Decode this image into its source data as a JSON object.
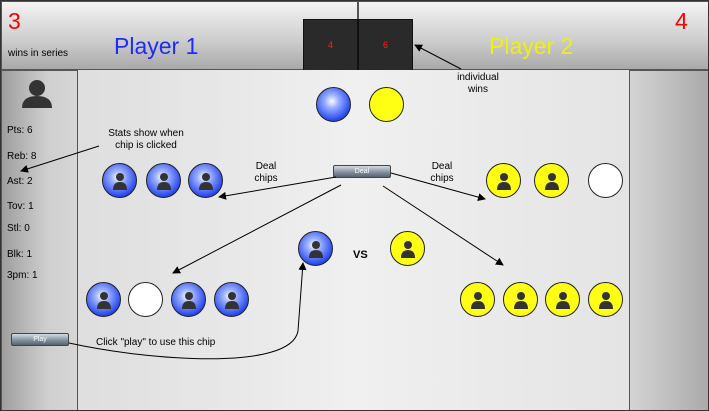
{
  "header": {
    "left": {
      "series_count": "3",
      "series_label": "wins in series",
      "player_name": "Player 1",
      "player_color": "#1c2cff"
    },
    "right": {
      "series_count": "4",
      "player_name": "Player 2",
      "player_color": "#f0ef10"
    },
    "score_left": "4",
    "score_right": "6"
  },
  "sidebar": {
    "avatar_icon": "person-icon",
    "stats": [
      {
        "label": "Pts: 6"
      },
      {
        "label": "Reb: 8"
      },
      {
        "label": "Ast: 2"
      },
      {
        "label": "Tov: 1"
      },
      {
        "label": "Stl: 0"
      },
      {
        "label": "Blk: 1"
      },
      {
        "label": "3pm: 1"
      }
    ]
  },
  "buttons": {
    "deal": "Deal",
    "play": "Play"
  },
  "board": {
    "vs_label": "VS"
  },
  "annotations": {
    "stats_note": "Stats show when\nchip is clicked",
    "individual_wins": "individual\nwins",
    "deal_left": "Deal\nchips",
    "deal_right": "Deal\nchips",
    "play_note": "Click \"play\" to use this chip"
  },
  "colors": {
    "chip_blue": "#2a49f0",
    "chip_yellow": "#ffff14",
    "series_red": "#ff0000"
  }
}
